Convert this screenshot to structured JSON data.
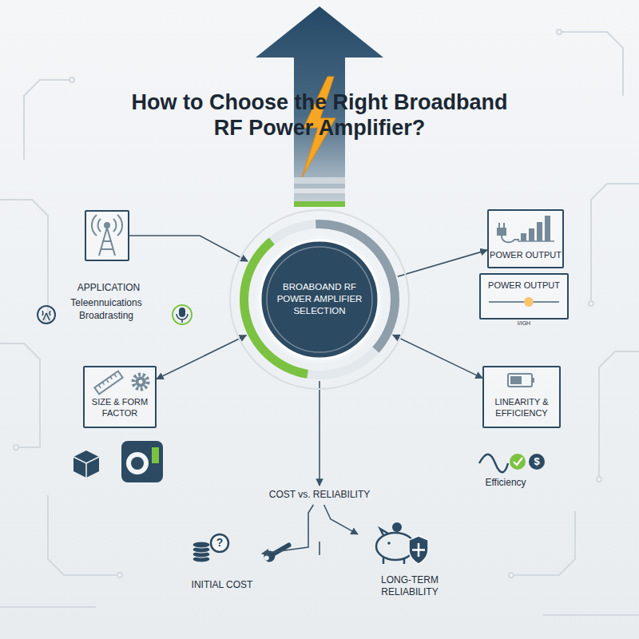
{
  "diagram": {
    "title": "How to Choose the Right Broadband RF Power Amplifier?",
    "nodes": [
      {
        "text": [
          "APPLICATION",
          "Teleennuications Broadrasting"
        ]
      },
      {
        "text": [
          "BROABOAND RF POWER AMPLIFIER SELECTION"
        ]
      },
      {
        "text": [
          "POWER OUTPUT"
        ]
      },
      {
        "text": [
          "POWER OUTPUT",
          "I/IGH"
        ]
      },
      {
        "text": [
          "SIZE & FORM FACTOR"
        ]
      },
      {
        "text": [
          "LINEARITY & EFFICIENCY"
        ]
      },
      {
        "text": [
          "COST vs. RELIABILITY"
        ]
      },
      {
        "text": [
          "INITIAL COST"
        ]
      },
      {
        "text": [
          "LONG-TERM RELIABILITY"
        ]
      }
    ],
    "edges": [
      {
        "from": 0,
        "to": 1,
        "arrow": "to"
      },
      {
        "from": 1,
        "to": 2,
        "arrow": "to"
      },
      {
        "from": 1,
        "to": 4,
        "arrow": "both"
      },
      {
        "from": 1,
        "to": 5,
        "arrow": "both"
      },
      {
        "from": 1,
        "to": 6,
        "arrow": "to"
      },
      {
        "from": 6,
        "to": 7,
        "arrow": "to"
      },
      {
        "from": 6,
        "to": 8,
        "arrow": "to"
      }
    ],
    "labels": [
      "Efficiency",
      "$",
      "?"
    ]
  }
}
